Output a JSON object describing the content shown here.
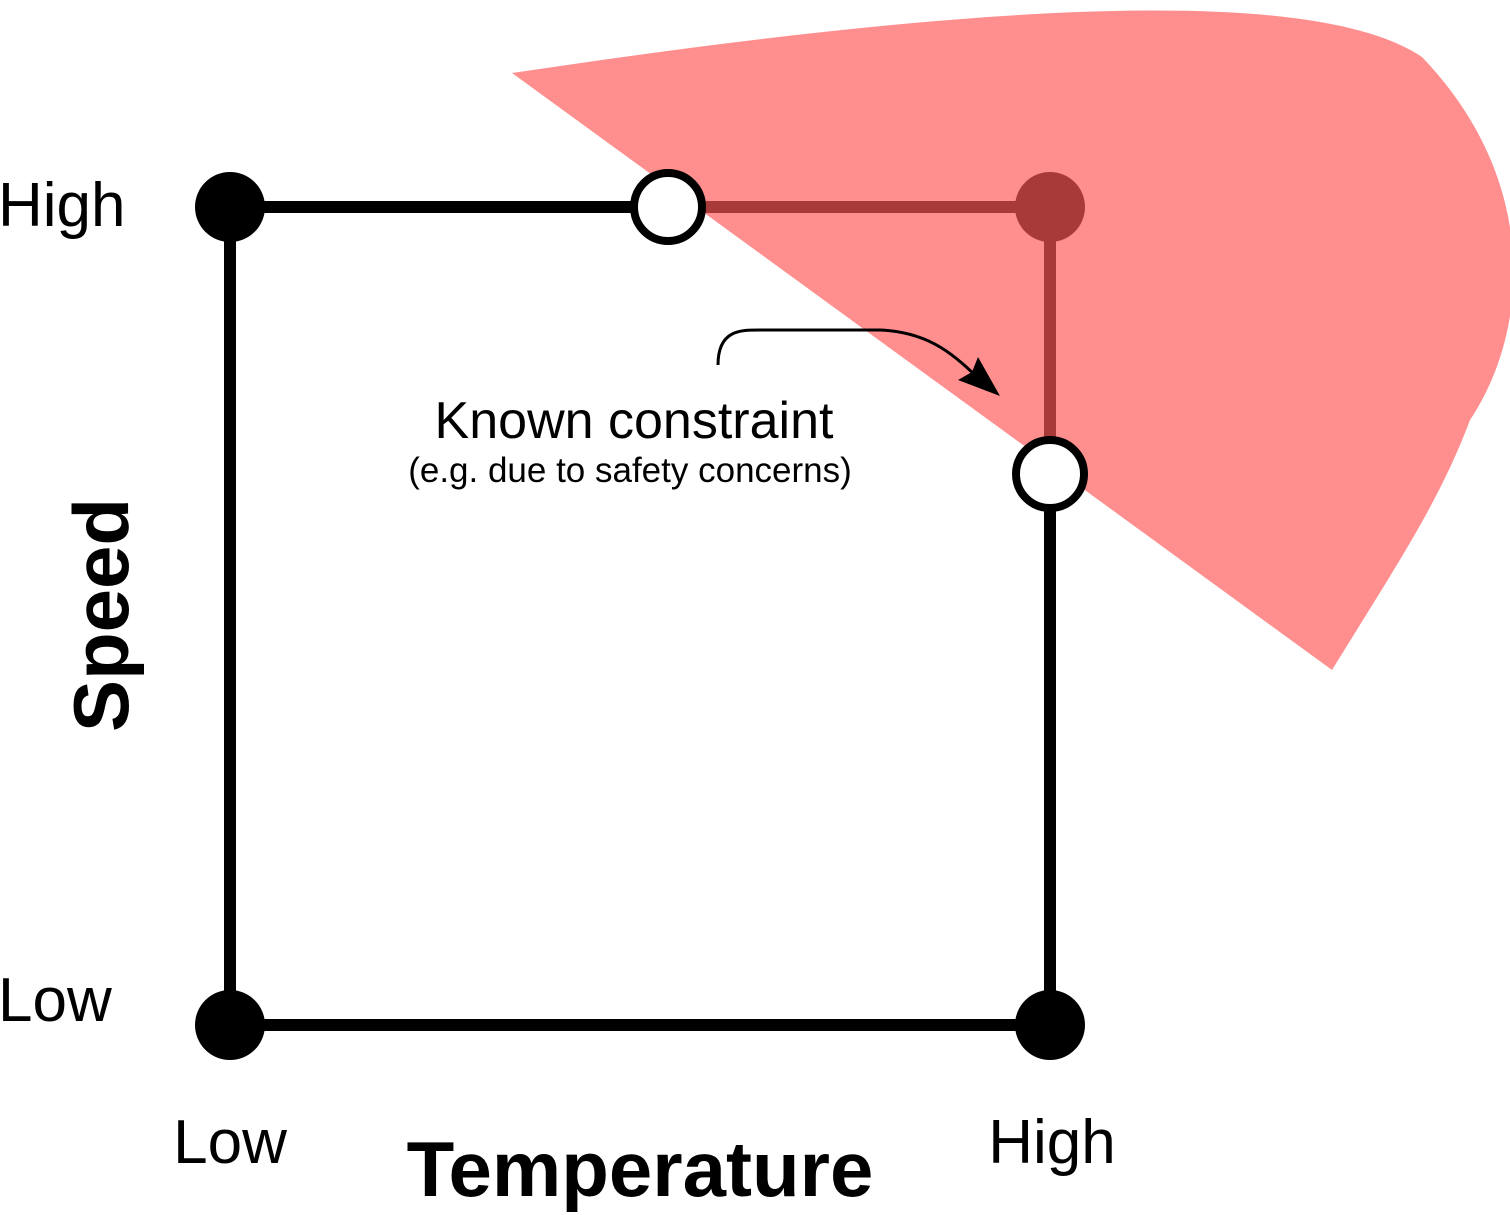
{
  "axes": {
    "x_title": "Temperature",
    "y_title": "Speed",
    "x_low": "Low",
    "x_high": "High",
    "y_low": "Low",
    "y_high": "High"
  },
  "annotation": {
    "title": "Known constraint",
    "subtitle": "(e.g. due to safety concerns)"
  },
  "colors": {
    "constraint_region": "#ff8f8f",
    "excluded_edge": "#a83a3a",
    "frame": "#000000",
    "open_point_fill": "#ffffff"
  }
}
